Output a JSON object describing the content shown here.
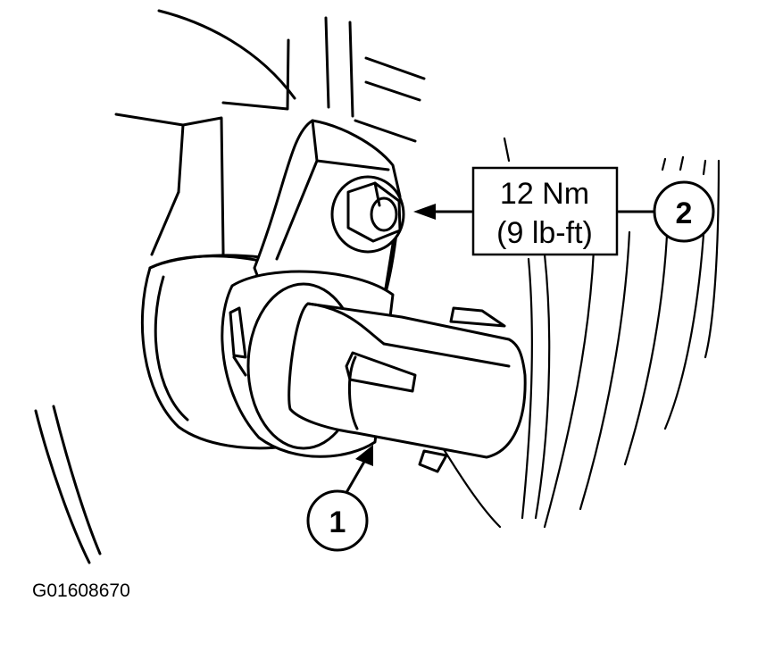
{
  "torque_spec": {
    "metric": "12 Nm",
    "imperial": "(9 lb-ft)"
  },
  "callouts": [
    {
      "number": "1"
    },
    {
      "number": "2"
    }
  ],
  "figure_id": "G01608670"
}
